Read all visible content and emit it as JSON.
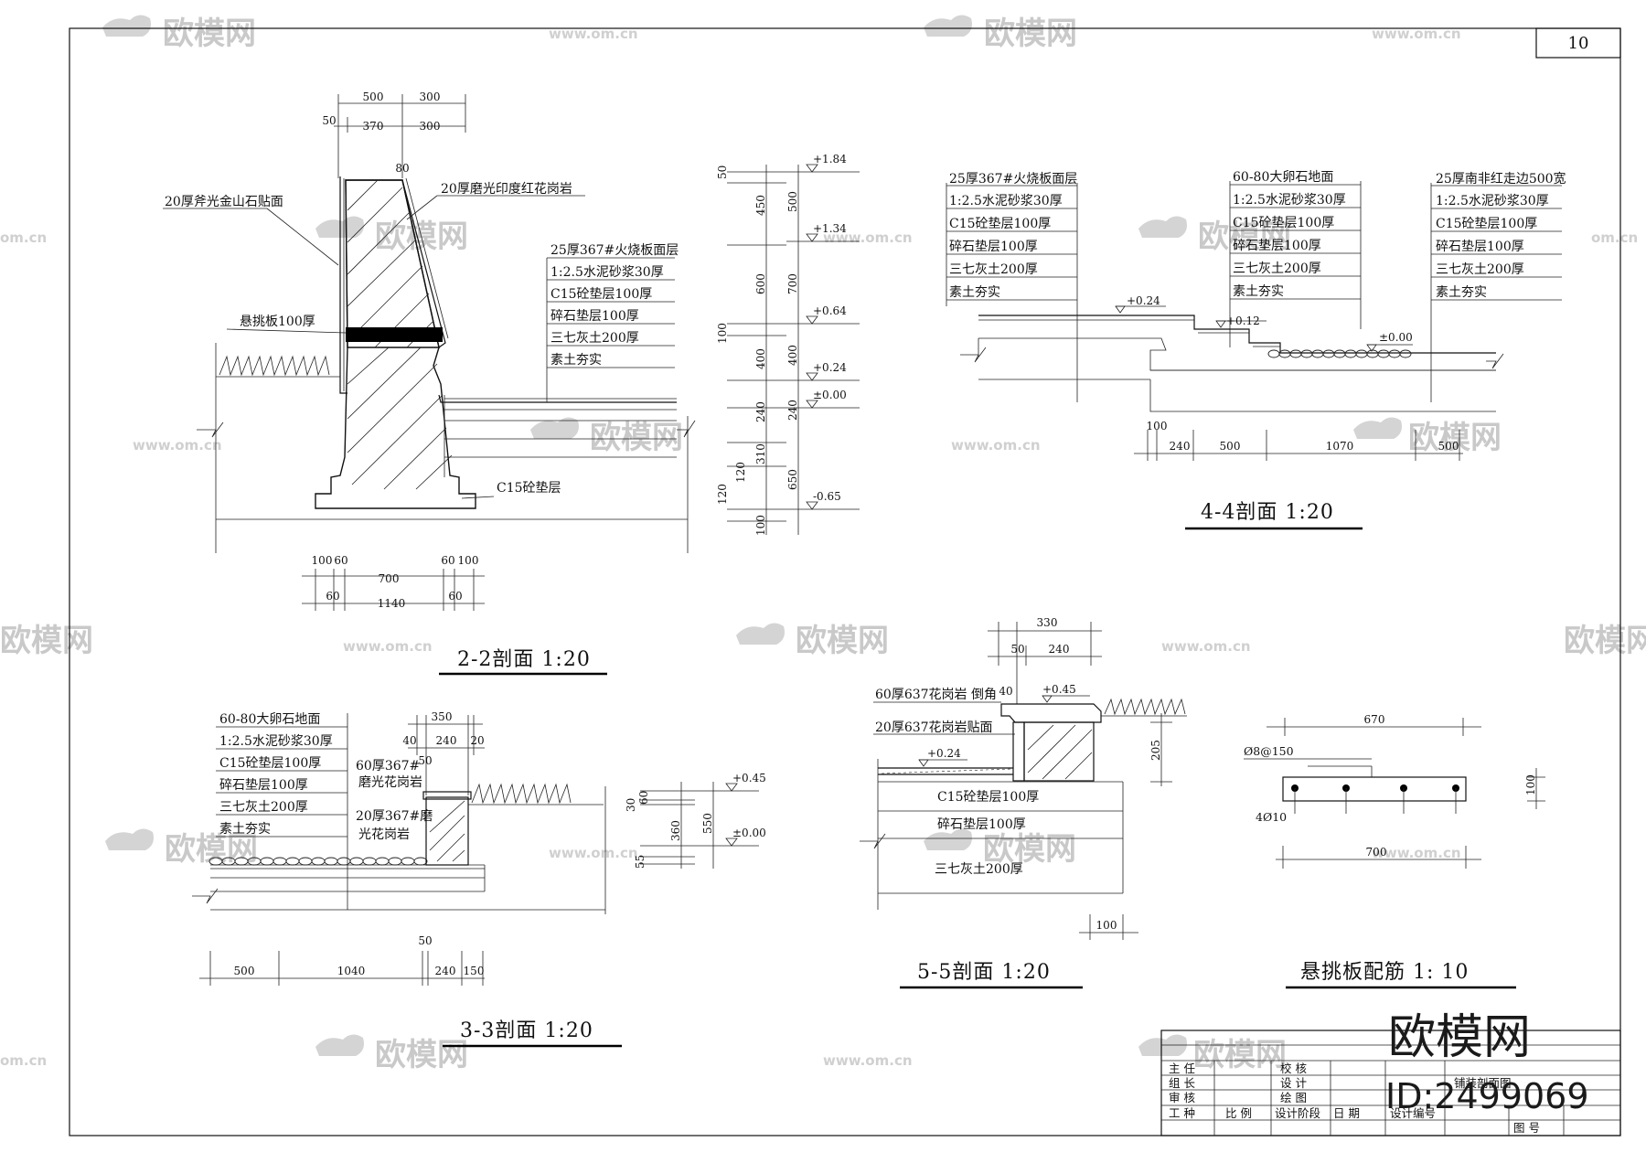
{
  "sheet": {
    "page_no": "10"
  },
  "watermark": {
    "logo_text": "欧模网",
    "url": "www.om.cn",
    "url_short": "om.cn"
  },
  "brand": {
    "name": "欧模网",
    "id": "ID:2499069"
  },
  "s22": {
    "title": "2-2剖面  1:20",
    "dims_top": [
      "500",
      "300",
      "50",
      "370",
      "300",
      "80"
    ],
    "labels": {
      "face_stone": "20厚斧光金山石贴面",
      "granite": "20厚磨光印度红花岗岩",
      "slab": "悬挑板100厚",
      "cushion": "C15砼垫层"
    },
    "layers": [
      "25厚367#火烧板面层",
      "1:2.5水泥砂浆30厚",
      "C15砼垫层100厚",
      "碎石垫层100厚",
      "三七灰土200厚",
      "素土夯实"
    ],
    "dims_bottom": [
      "100",
      "60",
      "700",
      "60",
      "100",
      "60",
      "1140",
      "60"
    ]
  },
  "elev": {
    "levels": [
      "+1.84",
      "+1.34",
      "+0.64",
      "+0.24",
      "±0.00",
      "-0.65"
    ],
    "dims_left": [
      "50",
      "450",
      "600",
      "100",
      "400",
      "240",
      "310",
      "120",
      "120",
      "100"
    ],
    "dims_right": [
      "500",
      "700",
      "400",
      "240",
      "650"
    ]
  },
  "s44": {
    "title": "4-4剖面  1:20",
    "layers_a": [
      "25厚367#火烧板面层",
      "1:2.5水泥砂浆30厚",
      "C15砼垫层100厚",
      "碎石垫层100厚",
      "三七灰土200厚",
      "素土夯实"
    ],
    "layers_b": [
      "60-80大卵石地面",
      "1:2.5水泥砂浆30厚",
      "C15砼垫层100厚",
      "碎石垫层100厚",
      "三七灰土200厚",
      "素土夯实"
    ],
    "layers_c": [
      "25厚南非红走边500宽",
      "1:2.5水泥砂浆30厚",
      "C15砼垫层100厚",
      "碎石垫层100厚",
      "三七灰土200厚",
      "素土夯实"
    ],
    "levels": [
      "+0.24",
      "+0.12",
      "±0.00"
    ],
    "dims": [
      "100",
      "240",
      "500",
      "1070",
      "500"
    ]
  },
  "s33": {
    "title": "3-3剖面  1:20",
    "layers": [
      "60-80大卵石地面",
      "1:2.5水泥砂浆30厚",
      "C15砼垫层100厚",
      "碎石垫层100厚",
      "三七灰土200厚",
      "素土夯实"
    ],
    "cap_label": [
      "60厚367#",
      "磨光花岗岩"
    ],
    "face_label": [
      "20厚367#磨",
      "光花岗岩"
    ],
    "dims_top": [
      "350",
      "40",
      "240",
      "20",
      "50"
    ],
    "levels": [
      "+0.45",
      "±0.00"
    ],
    "dims_side": [
      "30",
      "60",
      "360",
      "550",
      "55"
    ],
    "dims_bottom": [
      "50",
      "500",
      "1040",
      "240",
      "150"
    ]
  },
  "s55": {
    "title": "5-5剖面  1:20",
    "dims_top": [
      "330",
      "50",
      "240",
      "40"
    ],
    "labels": [
      "60厚637花岗岩 倒角",
      "20厚637花岗岩贴面",
      "C15砼垫层100厚",
      "碎石垫层100厚",
      "三七灰土200厚"
    ],
    "levels": [
      "+0.45",
      "+0.24"
    ],
    "dims": [
      "205",
      "100"
    ]
  },
  "rebar": {
    "title": "悬挑板配筋  1: 10",
    "dims": [
      "670",
      "700",
      "100"
    ],
    "labels": [
      "Ø8@150",
      "4Ø10"
    ]
  },
  "titleblock": {
    "rows": [
      [
        "主  任",
        "",
        "校  核",
        "",
        ""
      ],
      [
        "组  长",
        "",
        "设  计",
        "",
        "铺装剖面图"
      ],
      [
        "审  核",
        "",
        "绘  图",
        "",
        ""
      ],
      [
        "工  种",
        "比  例",
        "设计阶段",
        "日  期",
        "设计编号"
      ]
    ],
    "tuhao": "图  号"
  }
}
